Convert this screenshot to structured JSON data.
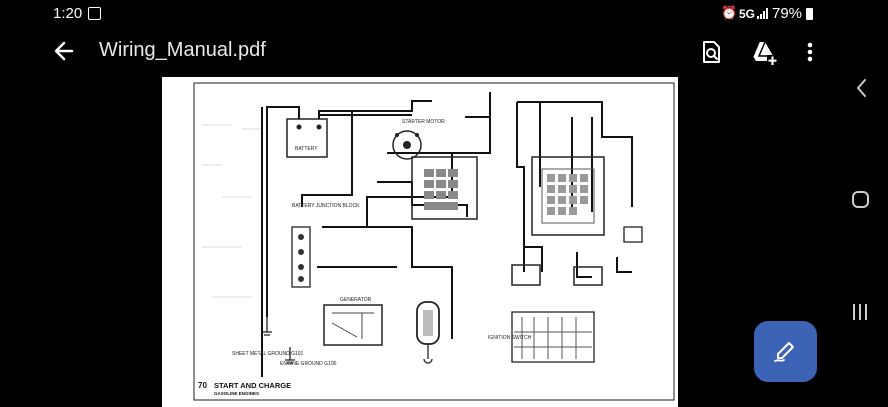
{
  "status_bar": {
    "time": "1:20",
    "network": "5G",
    "battery": "79%"
  },
  "app_bar": {
    "title": "Wiring_Manual.pdf",
    "icons": [
      "back-arrow-icon",
      "search-document-icon",
      "drive-add-icon",
      "more-vert-icon"
    ]
  },
  "navigation": {
    "icons": [
      "nav-back-icon",
      "nav-home-icon",
      "nav-recents-icon"
    ]
  },
  "fab": {
    "icon": "edit-pen-icon"
  },
  "document": {
    "labels": {
      "starter_motor": "STARTER MOTOR",
      "battery": "BATTERY",
      "battery_junction_block": "BATTERY JUNCTION BLOCK",
      "generator": "GENERATOR",
      "ignition_switch": "IGNITION SWITCH",
      "sheet_metal_ground": "SHEET METAL GROUND G101",
      "engine_ground": "ENGINE GROUND G100",
      "page_number": "70",
      "page_title": "START AND CHARGE",
      "page_subtitle": "GASOLINE ENGINES"
    }
  },
  "colors": {
    "background": "#000000",
    "fab": "#3d63b6",
    "page": "#ffffff"
  }
}
